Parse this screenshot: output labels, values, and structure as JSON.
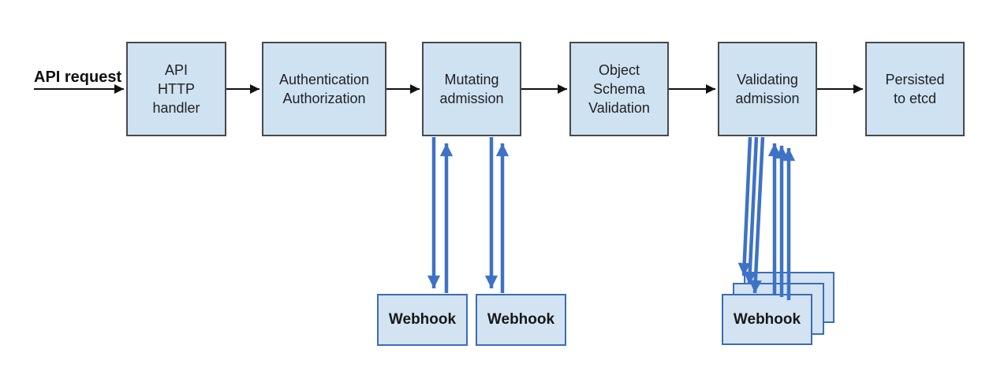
{
  "diagram": {
    "request_label": "API request",
    "nodes": [
      {
        "id": "api-http-handler",
        "label": "API\nHTTP\nhandler"
      },
      {
        "id": "authentication-authorization",
        "label": "Authentication\nAuthorization"
      },
      {
        "id": "mutating-admission",
        "label": "Mutating\nadmission"
      },
      {
        "id": "object-schema-validation",
        "label": "Object\nSchema\nValidation"
      },
      {
        "id": "validating-admission",
        "label": "Validating\nadmission"
      },
      {
        "id": "persisted-to-etcd",
        "label": "Persisted\nto etcd"
      }
    ],
    "mutating_webhooks": [
      {
        "label": "Webhook"
      },
      {
        "label": "Webhook"
      }
    ],
    "validating_webhooks": [
      {
        "label": "Webhook"
      },
      {
        "label": "Webhook"
      },
      {
        "label": "Webhook"
      }
    ],
    "colors": {
      "node_fill": "#cfe2f1",
      "node_border": "#46494d",
      "webhook_fill": "#d3e3f2",
      "webhook_border": "#3a6db8",
      "flow_arrow": "#111111",
      "webhook_arrow": "#3e72c6"
    }
  }
}
